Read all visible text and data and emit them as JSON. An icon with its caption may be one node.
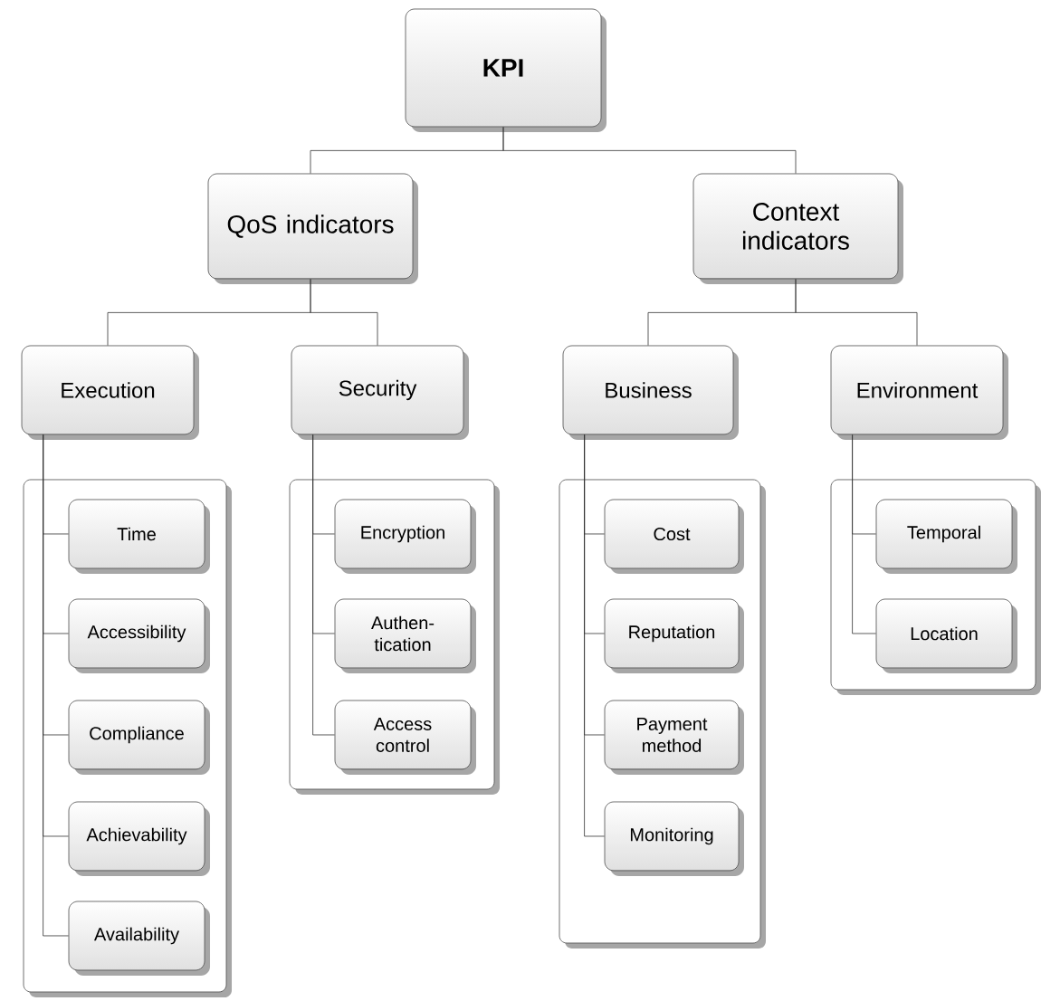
{
  "diagram": {
    "nodes": [
      {
        "text": [
          "KPI"
        ]
      },
      {
        "text": [
          "QoS indicators"
        ]
      },
      {
        "text": [
          "Context indicators"
        ]
      },
      {
        "text": [
          "Execution"
        ]
      },
      {
        "text": [
          "Security"
        ]
      },
      {
        "text": [
          "Business"
        ]
      },
      {
        "text": [
          "Environment"
        ]
      },
      {
        "text": [],
        "shape": "box"
      },
      {
        "text": [
          "Time"
        ],
        "in": 7
      },
      {
        "text": [
          "Accessibility"
        ],
        "in": 7
      },
      {
        "text": [
          "Compliance"
        ],
        "in": 7
      },
      {
        "text": [
          "Achievability"
        ],
        "in": 7
      },
      {
        "text": [
          "Availability"
        ],
        "in": 7
      },
      {
        "text": [],
        "shape": "box"
      },
      {
        "text": [
          "Encryption"
        ],
        "in": 13
      },
      {
        "text": [
          "Authen-tication"
        ],
        "in": 13
      },
      {
        "text": [
          "Access control"
        ],
        "in": 13
      },
      {
        "text": [],
        "shape": "box"
      },
      {
        "text": [
          "Cost"
        ],
        "in": 17
      },
      {
        "text": [
          "Reputation"
        ],
        "in": 17
      },
      {
        "text": [
          "Payment method"
        ],
        "in": 17
      },
      {
        "text": [
          "Monitoring"
        ],
        "in": 17
      },
      {
        "text": [],
        "shape": "box"
      },
      {
        "text": [
          "Temporal"
        ],
        "in": 22
      },
      {
        "text": [
          "Location"
        ],
        "in": 22
      }
    ],
    "edges": [
      {
        "from": 0,
        "to": 1,
        "arrow": "none"
      },
      {
        "from": 0,
        "to": 2,
        "arrow": "none"
      },
      {
        "from": 1,
        "to": 3,
        "arrow": "none"
      },
      {
        "from": 1,
        "to": 4,
        "arrow": "none"
      },
      {
        "from": 2,
        "to": 5,
        "arrow": "none"
      },
      {
        "from": 2,
        "to": 6,
        "arrow": "none"
      },
      {
        "from": 3,
        "to": 8,
        "arrow": "none"
      },
      {
        "from": 3,
        "to": 9,
        "arrow": "none"
      },
      {
        "from": 3,
        "to": 10,
        "arrow": "none"
      },
      {
        "from": 3,
        "to": 11,
        "arrow": "none"
      },
      {
        "from": 3,
        "to": 12,
        "arrow": "none"
      },
      {
        "from": 4,
        "to": 14,
        "arrow": "none"
      },
      {
        "from": 4,
        "to": 15,
        "arrow": "none"
      },
      {
        "from": 4,
        "to": 16,
        "arrow": "none"
      },
      {
        "from": 5,
        "to": 18,
        "arrow": "none"
      },
      {
        "from": 5,
        "to": 19,
        "arrow": "none"
      },
      {
        "from": 5,
        "to": 20,
        "arrow": "none"
      },
      {
        "from": 5,
        "to": 21,
        "arrow": "none"
      },
      {
        "from": 6,
        "to": 23,
        "arrow": "none"
      },
      {
        "from": 6,
        "to": 24,
        "arrow": "none"
      }
    ]
  }
}
